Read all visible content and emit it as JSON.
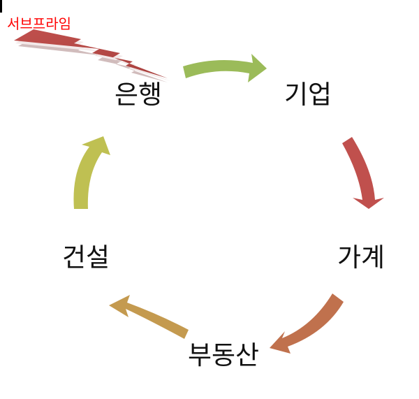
{
  "diagram": {
    "type": "cycle",
    "nodes": [
      {
        "id": "bank",
        "label": "은행"
      },
      {
        "id": "enterprise",
        "label": "기업"
      },
      {
        "id": "household",
        "label": "가계"
      },
      {
        "id": "real_estate",
        "label": "부동산"
      },
      {
        "id": "construction",
        "label": "건설"
      }
    ],
    "edges": [
      {
        "from": "bank",
        "to": "enterprise",
        "color": "#9bbb59"
      },
      {
        "from": "enterprise",
        "to": "household",
        "color": "#c0504d"
      },
      {
        "from": "household",
        "to": "real_estate",
        "color": "#c0714d"
      },
      {
        "from": "real_estate",
        "to": "construction",
        "color": "#c49a4f"
      },
      {
        "from": "construction",
        "to": "bank",
        "color": "#bfc052"
      }
    ],
    "callout": {
      "label": "서브프라임",
      "icon": "lightning-bolt-icon",
      "color": "#c0504d",
      "text_color": "#ff0000",
      "target": "bank"
    }
  }
}
